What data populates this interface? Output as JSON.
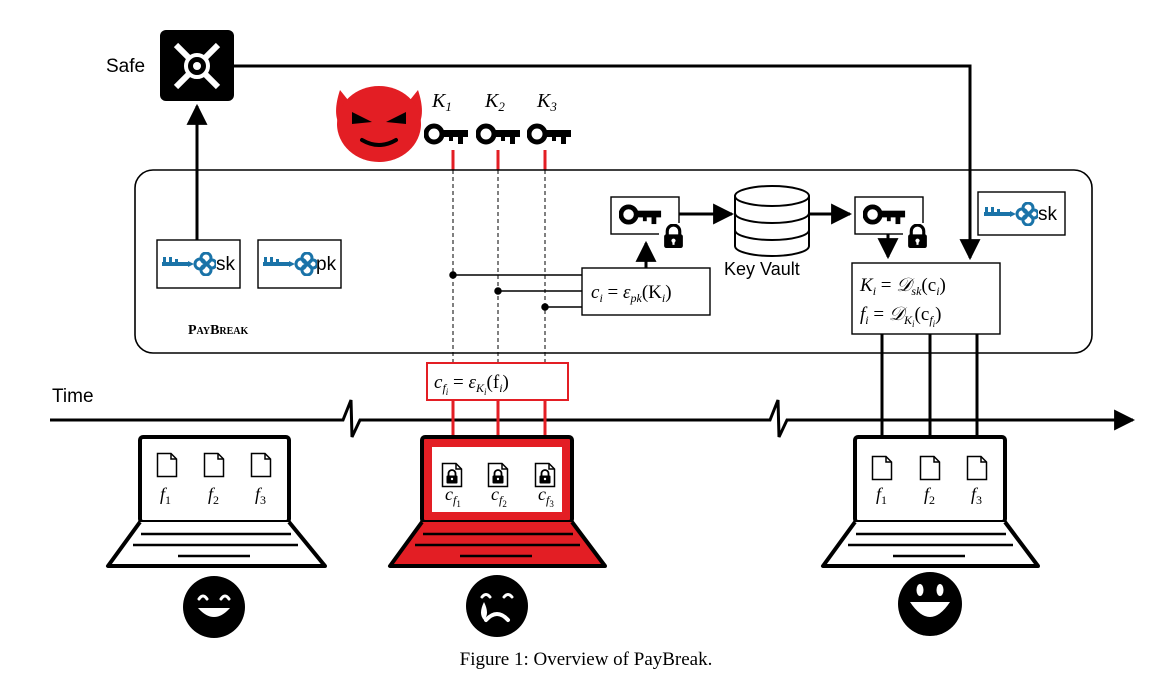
{
  "colors": {
    "ink": "#000000",
    "attack": "#e31e24",
    "key_blue": "#1a73a8"
  },
  "labels": {
    "safe": "Safe",
    "system_name": "PayBreak",
    "time": "Time",
    "key_vault": "Key Vault",
    "sk": "sk",
    "pk": "pk",
    "caption": "Figure 1: Overview of PayBreak."
  },
  "keys": [
    "K",
    "K",
    "K"
  ],
  "key_indices": [
    "1",
    "2",
    "3"
  ],
  "formulas": {
    "encrypt_key": {
      "lhs": "c",
      "lhs_sub": "i",
      "op": " = ",
      "fn": "ε",
      "fn_sub": "pk",
      "arg": "(K",
      "arg_sub": "i",
      "close": ")"
    },
    "encrypt_file": {
      "lhs": "c",
      "lhs_sub": "f",
      "lhs_subsub": "i",
      "op": " = ",
      "fn": "ε",
      "fn_sub": "K",
      "fn_subsub": "i",
      "arg": "(f",
      "arg_sub": "i",
      "close": ")"
    },
    "decrypt_key": {
      "lhs": "K",
      "lhs_sub": "i",
      "op": " = ",
      "fn": "𝒟",
      "fn_sub": "sk",
      "arg": "(c",
      "arg_sub": "i",
      "close": ")"
    },
    "decrypt_file": {
      "lhs": "f",
      "lhs_sub": "i",
      "op": " = ",
      "fn": "𝒟",
      "fn_sub": "K",
      "fn_subsub": "i",
      "arg": "(c",
      "arg_sub": "f",
      "arg_subsub": "i",
      "close": ")"
    }
  },
  "laptops": [
    {
      "state": "clean",
      "files": [
        "f",
        "f",
        "f"
      ],
      "file_indices": [
        "1",
        "2",
        "3"
      ],
      "face": "happy"
    },
    {
      "state": "encrypted",
      "files": [
        "c",
        "c",
        "c"
      ],
      "file_indices": [
        "f",
        "f",
        "f"
      ],
      "file_subindices": [
        "1",
        "2",
        "3"
      ],
      "face": "crying"
    },
    {
      "state": "recovered",
      "files": [
        "f",
        "f",
        "f"
      ],
      "file_indices": [
        "1",
        "2",
        "3"
      ],
      "face": "grinning"
    }
  ],
  "icons": {
    "safe": "safe-icon",
    "devil": "devil-icon",
    "key": "key-icon",
    "lock": "padlock-icon",
    "blue_key": "skeleton-key-icon",
    "database": "database-icon",
    "file": "file-icon"
  }
}
